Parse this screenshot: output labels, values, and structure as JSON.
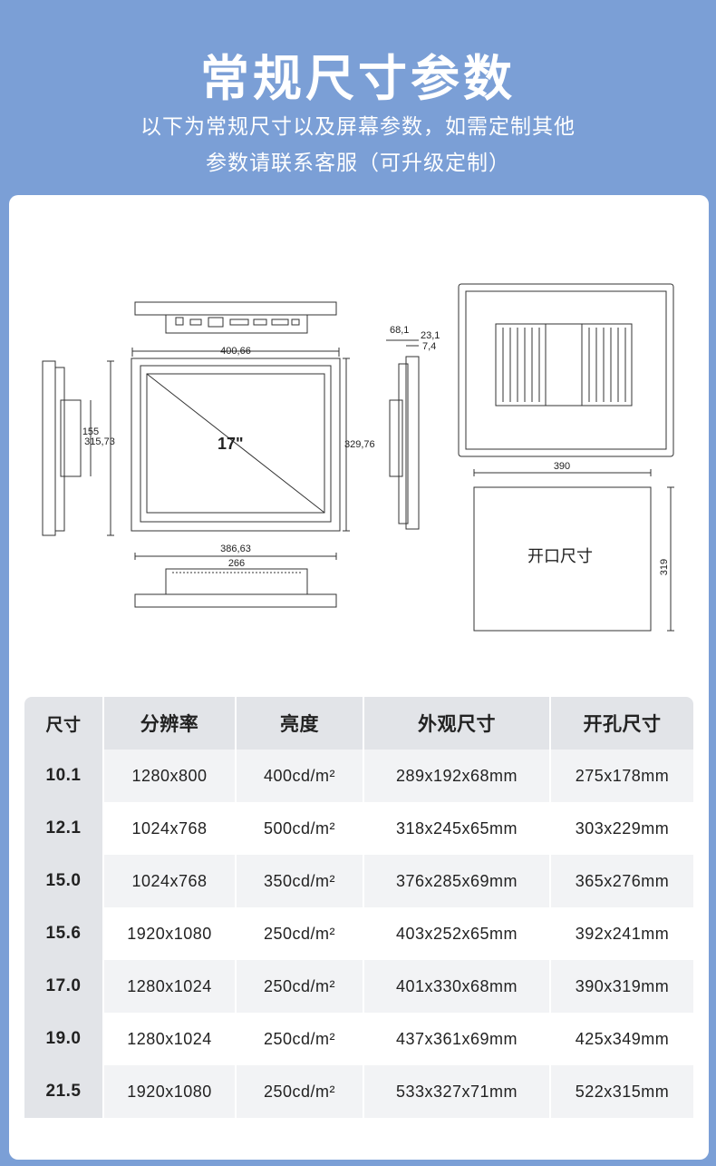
{
  "header": {
    "title": "常规尺寸参数",
    "subtitle_line1": "以下为常规尺寸以及屏幕参数，如需定制其他",
    "subtitle_line2": "参数请联系客服（可升级定制）"
  },
  "drawing": {
    "screen_label": "17\"",
    "dims": {
      "front_width": "400,66",
      "left_height": "315,73",
      "left_inner": "155",
      "right_height": "329,76",
      "bottom_width": "386,63",
      "bottom_inner": "266",
      "side_depth": "68,1",
      "side_d2": "23,1",
      "side_d3": "7,4",
      "cutout_width": "390",
      "cutout_height": "319"
    },
    "cutout_label": "开口尺寸"
  },
  "table": {
    "headers": [
      "尺寸",
      "分辨率",
      "亮度",
      "外观尺寸",
      "开孔尺寸"
    ],
    "rows": [
      [
        "10.1",
        "1280x800",
        "400cd/m²",
        "289x192x68mm",
        "275x178mm"
      ],
      [
        "12.1",
        "1024x768",
        "500cd/m²",
        "318x245x65mm",
        "303x229mm"
      ],
      [
        "15.0",
        "1024x768",
        "350cd/m²",
        "376x285x69mm",
        "365x276mm"
      ],
      [
        "15.6",
        "1920x1080",
        "250cd/m²",
        "403x252x65mm",
        "392x241mm"
      ],
      [
        "17.0",
        "1280x1024",
        "250cd/m²",
        "401x330x68mm",
        "390x319mm"
      ],
      [
        "19.0",
        "1280x1024",
        "250cd/m²",
        "437x361x69mm",
        "425x349mm"
      ],
      [
        "21.5",
        "1920x1080",
        "250cd/m²",
        "533x327x71mm",
        "522x315mm"
      ]
    ]
  }
}
